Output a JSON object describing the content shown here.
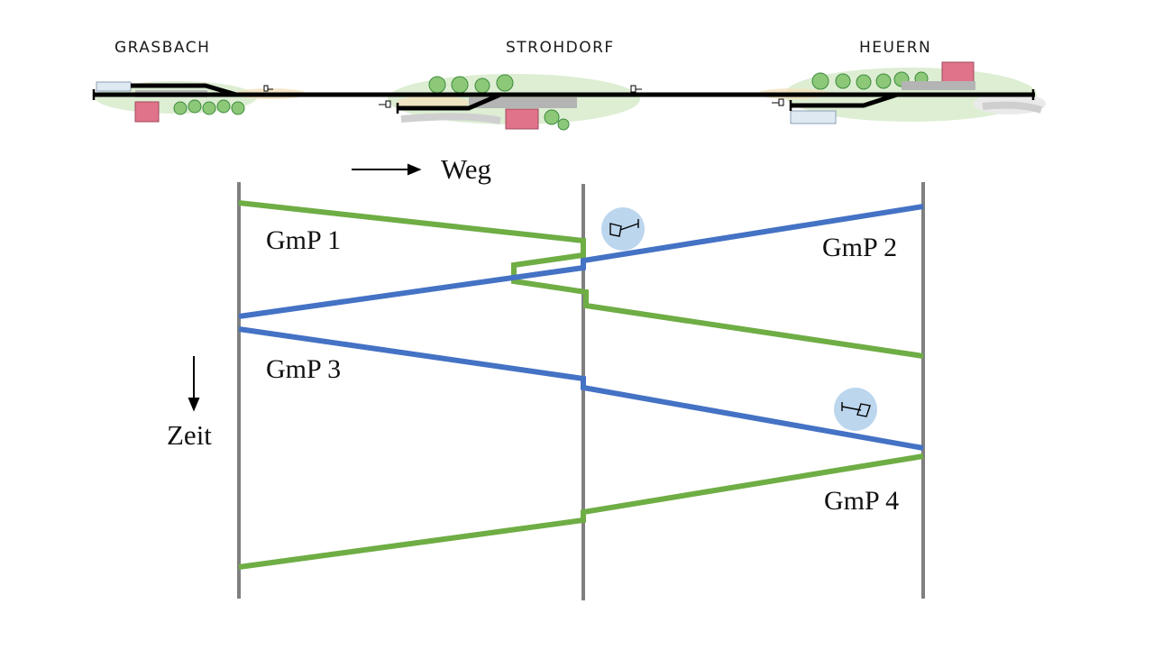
{
  "stations": [
    {
      "id": "grasbach",
      "name": "GRASBACH"
    },
    {
      "id": "strohdorf",
      "name": "STROHDORF"
    },
    {
      "id": "heuern",
      "name": "HEUERN"
    }
  ],
  "axes": {
    "distance_label": "Weg",
    "time_label": "Zeit"
  },
  "trains": [
    {
      "id": "gmp1",
      "label": "GmP 1",
      "color": "#6fad45"
    },
    {
      "id": "gmp2",
      "label": "GmP 2",
      "color": "#4472c4"
    },
    {
      "id": "gmp3",
      "label": "GmP 3",
      "color": "#4472c4"
    },
    {
      "id": "gmp4",
      "label": "GmP 4",
      "color": "#6fad45"
    }
  ],
  "colors": {
    "track": "#000000",
    "station_line": "#808080",
    "signal_marker_bg": "#bcd6ee",
    "greenery": "#8cc878",
    "building": "#e0728a",
    "platform": "#b4b4b4"
  },
  "icons": [
    "signal-icon",
    "signal-icon"
  ]
}
